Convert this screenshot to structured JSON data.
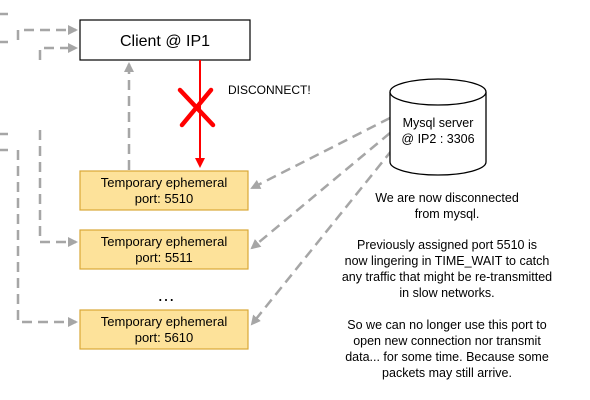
{
  "client": {
    "label": "Client @ IP1"
  },
  "server": {
    "line1": "Mysql server",
    "line2": "@ IP2 : 3306"
  },
  "disconnect_label": "DISCONNECT!",
  "ports": [
    {
      "line1": "Temporary ephemeral",
      "line2": "port: 5510"
    },
    {
      "line1": "Temporary ephemeral",
      "line2": "port: 5511"
    },
    {
      "line1": "Temporary ephemeral",
      "line2": "port: 5610"
    }
  ],
  "ellipsis": "…",
  "note": {
    "p1": [
      "We are now disconnected",
      "from mysql."
    ],
    "p2": [
      "Previously assigned port 5510 is",
      "now lingering in TIME_WAIT to catch",
      "any traffic that might be re-transmitted",
      "in slow networks."
    ],
    "p3": [
      "So we can no longer use this port to",
      "open new connection nor transmit",
      "data... for some time. Because some",
      "packets may still arrive."
    ]
  },
  "colors": {
    "port_fill": "#fde29a",
    "port_border": "#d9a837",
    "arrow_gray": "#a6a6a6",
    "disconnect_red": "#ff0000"
  }
}
